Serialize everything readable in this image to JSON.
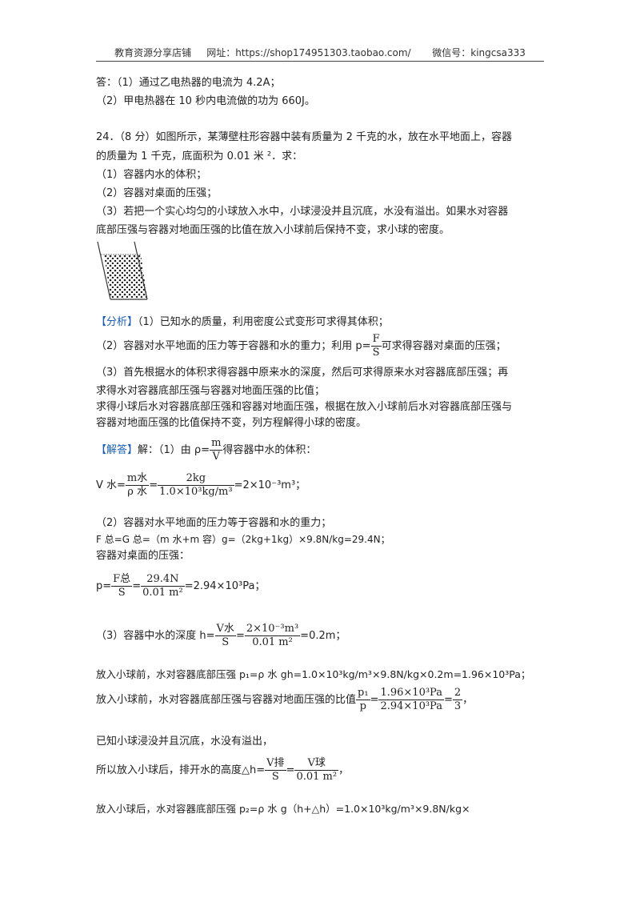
{
  "header": {
    "shop": "教育资源分享店铺",
    "url_label": "网址：https://shop174951303.taobao.com/",
    "wechat": "微信号：kingcsa333"
  },
  "prev_answer": {
    "l1": "答：（1）通过乙电热器的电流为 4.2A；",
    "l2": "（2）甲电热器在 10 秒内电流做的功为 660J。"
  },
  "problem": {
    "l1": "24．（8 分）如图所示，某薄壁柱形容器中装有质量为 2 千克的水，放在水平地面上，容器",
    "l2": "的质量为 1 千克，底面积为 0.01 米 ²．求：",
    "q1": "（1）容器内水的体积；",
    "q2": "（2）容器对桌面的压强；",
    "q3a": "（3）若把一个实心均匀的小球放入水中，小球浸没并且沉底，水没有溢出。如果水对容器",
    "q3b": "底部压强与容器对地面压强的比值在放入小球前后保持不变，求小球的密度。"
  },
  "analysis": {
    "tag": "【分析】",
    "l1": "（1）已知水的质量，利用密度公式变形可求得其体积；",
    "l2a": "（2）容器对水平地面的压力等于容器和水的重力；利用 p=",
    "l2_num": "F",
    "l2_den": "S",
    "l2b": "可求得容器对桌面的压强；",
    "l3a": "（3）首先根据水的体积求得容器中原来水的深度，然后可求得原来水对容器底部压强；再",
    "l3b": "求得水对容器底部压强与容器对地面压强的比值；",
    "l3c": "求得小球后水对容器底部压强和容器对地面压强，根据在放入小球前后水对容器底部压强与",
    "l3d": "容器对地面压强的比值保持不变，列方程解得小球的密度。"
  },
  "solution": {
    "tag": "【解答】",
    "s1a": "解：（1）由 ρ=",
    "s1_num": "m",
    "s1_den": "V",
    "s1b": "得容器中水的体积：",
    "v_lhs": "V 水=",
    "v_f1_num": "m水",
    "v_f1_den": "ρ 水",
    "v_eq": "=",
    "v_f2_num": "2kg",
    "v_f2_den": "1.0×10³kg/m³",
    "v_res": "=2×10⁻³m³；",
    "s2": "（2）容器对水平地面的压力等于容器和水的重力；",
    "s2_force": "F 总=G 总=（m 水+m 容）g=（2kg+1kg）×9.8N/kg=29.4N；",
    "s2_title": "容器对桌面的压强：",
    "p_lhs": "p=",
    "p_f1_num": "F总",
    "p_f1_den": "S",
    "p_eq": "=",
    "p_f2_num": "29.4N",
    "p_f2_den": "0.01 m²",
    "p_res": "=2.94×10³Pa；",
    "h_lhs": "（3）容器中水的深度 h=",
    "h_f1_num": "V水",
    "h_f1_den": "S",
    "h_eq": "=",
    "h_f2_num": "2×10⁻³m³",
    "h_f2_den": "0.01 m²",
    "h_res": "=0.2m；",
    "p1_line": "放入小球前，水对容器底部压强 p₁=ρ 水 gh=1.0×10³kg/m³×9.8N/kg×0.2m=1.96×10³Pa；",
    "ratio_lhs": "放入小球前，水对容器底部压强与容器对地面压强的比值",
    "ratio_f1_num": "p₁",
    "ratio_f1_den": "p",
    "ratio_eq": "=",
    "ratio_f2_num": "1.96×10³Pa",
    "ratio_f2_den": "2.94×10³Pa",
    "ratio_eq2": "=",
    "ratio_f3_num": "2",
    "ratio_f3_den": "3",
    "ratio_end": "，",
    "known": "已知小球浸没并且沉底，水没有溢出，",
    "dh_lhs": "所以放入小球后，排开水的高度△h=",
    "dh_f1_num": "V排",
    "dh_f1_den": "S",
    "dh_eq": "=",
    "dh_f2_num": "V球",
    "dh_f2_den": "0.01 m²",
    "dh_end": "，",
    "p2_line": "放入小球后，水对容器底部压强  p₂=ρ 水 g（h+△h）=1.0×10³kg/m³×9.8N/kg×"
  }
}
